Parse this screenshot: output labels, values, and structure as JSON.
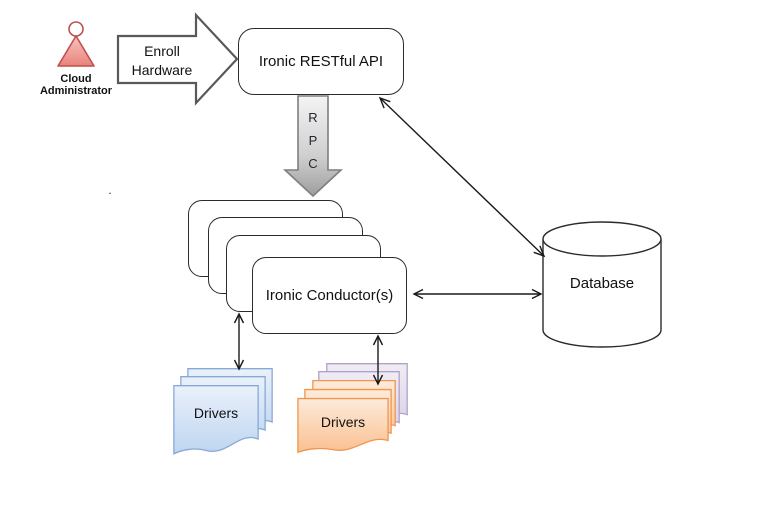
{
  "actor": {
    "line1": "Cloud",
    "line2": "Administrator"
  },
  "enroll": {
    "line1": "Enroll",
    "line2": "Hardware"
  },
  "api": {
    "label": "Ironic RESTful API"
  },
  "rpc": {
    "l1": "R",
    "l2": "P",
    "l3": "C"
  },
  "conductor": {
    "label": "Ironic Conductor(s)"
  },
  "database": {
    "label": "Database"
  },
  "drivers_left": {
    "label": "Drivers"
  },
  "drivers_right": {
    "label": "Drivers"
  },
  "stray_dot": ".",
  "colors": {
    "shape-outline": "#2b2b2b",
    "enroll-outline": "#595959",
    "actor-red": "#C0504D",
    "actor-fill": "#F2A49E",
    "rpc-gray": "#a8a8a8",
    "rpc-outline": "#7f7f7f",
    "blue-doc-border": "#87A9D6",
    "blue-doc-fill": "#C9DCF3",
    "orange-doc-border": "#F0954E",
    "orange-doc-fill": "#FBC793",
    "purple-doc-border": "#B2A1C7",
    "purple-doc-fill": "#DFD7EA"
  }
}
